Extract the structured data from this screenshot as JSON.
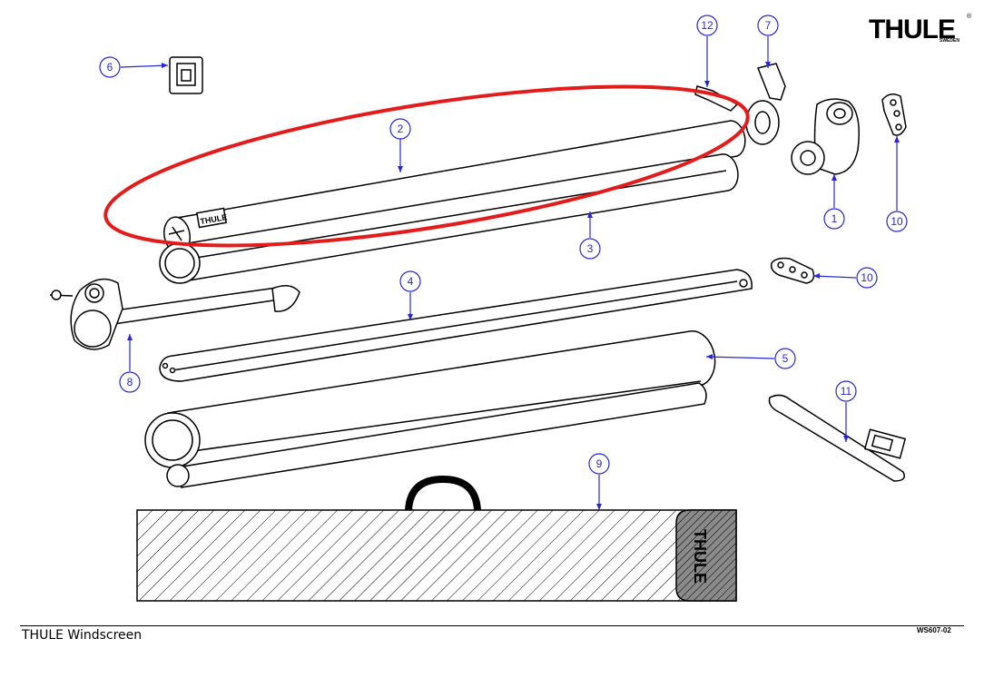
{
  "brand": {
    "logo_text": "THULE",
    "logo_subtext": "SWEDEN",
    "registered_mark": "®"
  },
  "footer": {
    "title": "THULE Windscreen",
    "code": "WS607-02"
  },
  "bag": {
    "label": "THULE"
  },
  "colors": {
    "callout": "#2727d8",
    "highlight": "#e31b1b",
    "line": "#000000"
  },
  "callouts": [
    "1",
    "2",
    "3",
    "4",
    "5",
    "6",
    "7",
    "8",
    "9",
    "10",
    "10",
    "11",
    "12"
  ],
  "part_labels": {
    "tube_2": "THULE"
  }
}
